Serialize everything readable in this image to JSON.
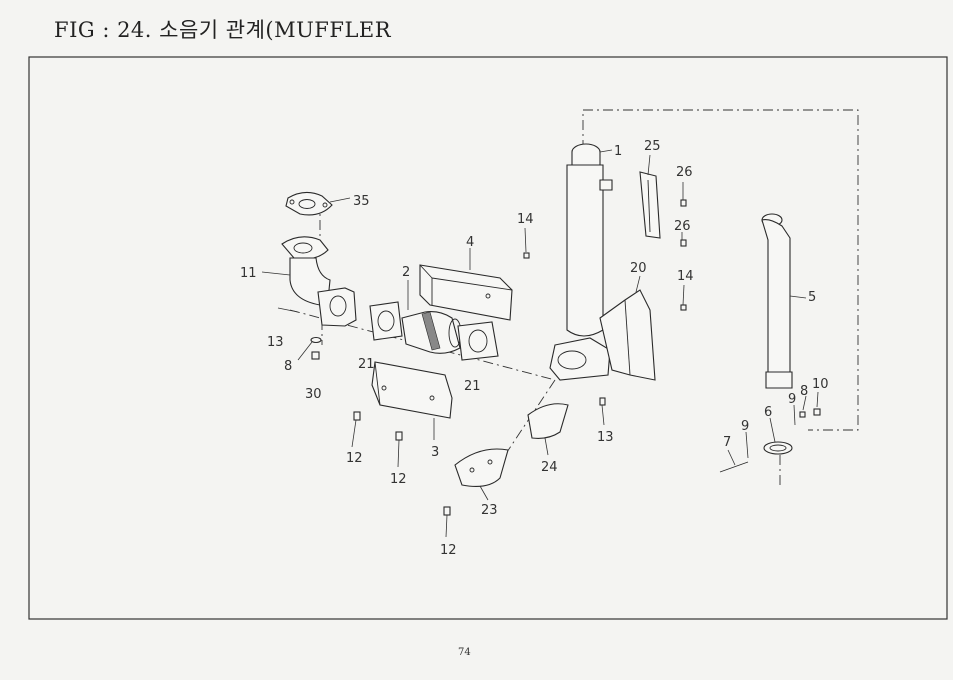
{
  "header": {
    "title": "FIG : 24. 소음기 관계(MUFFLER"
  },
  "footer": {
    "page_number": "74"
  },
  "callouts": {
    "c35": "35",
    "c11": "11",
    "c13a": "13",
    "c8a": "8",
    "c30": "30",
    "c2": "2",
    "c4": "4",
    "c21a": "21",
    "c21b": "21",
    "c3": "3",
    "c12a": "12",
    "c12b": "12",
    "c12c": "12",
    "c14a": "14",
    "c14b": "14",
    "c1": "1",
    "c25": "25",
    "c26a": "26",
    "c26b": "26",
    "c20": "20",
    "c13b": "13",
    "c24": "24",
    "c23": "23",
    "c5": "5",
    "c7": "7",
    "c9a": "9",
    "c6": "6",
    "c9b": "9",
    "c8b": "8",
    "c10": "10"
  }
}
